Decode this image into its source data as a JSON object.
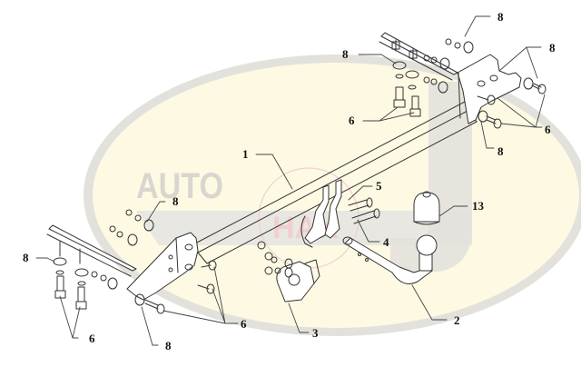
{
  "diagram": {
    "type": "exploded-assembly",
    "subject": "tow bar / towing hitch",
    "colors": {
      "background": "#ffffff",
      "oval_fill": "#fdf9e3",
      "oval_ring": "#e3e1dc",
      "watermark_gray": "#d9d6cf",
      "watermark_pink": "#f2c6c6",
      "line": "#333333",
      "label": "#111111"
    },
    "watermark": {
      "text": "AUTO"
    },
    "labels": [
      {
        "id": "1",
        "text": "1",
        "part": "main crossbar"
      },
      {
        "id": "2",
        "text": "2",
        "part": "tow ball neck"
      },
      {
        "id": "3",
        "text": "3",
        "part": "socket plate"
      },
      {
        "id": "4",
        "text": "4",
        "part": "bolt"
      },
      {
        "id": "5",
        "text": "5",
        "part": "bolt"
      },
      {
        "id": "6a",
        "text": "6",
        "part": "bolts (right top)"
      },
      {
        "id": "6b",
        "text": "6",
        "part": "bolts (right side)"
      },
      {
        "id": "6c",
        "text": "6",
        "part": "bolts (left bracket)"
      },
      {
        "id": "6d",
        "text": "6",
        "part": "bolts (left bottom)"
      },
      {
        "id": "8a",
        "text": "8",
        "part": "washer (top right)"
      },
      {
        "id": "8b",
        "text": "8",
        "part": "washer (right)"
      },
      {
        "id": "8c",
        "text": "8",
        "part": "washer (top center)"
      },
      {
        "id": "8d",
        "text": "8",
        "part": "washer (right lower)"
      },
      {
        "id": "8e",
        "text": "8",
        "part": "washer (left upper)"
      },
      {
        "id": "8f",
        "text": "8",
        "part": "washer (far left)"
      },
      {
        "id": "8g",
        "text": "8",
        "part": "washer (left lower)"
      },
      {
        "id": "13",
        "text": "13",
        "part": "ball cap"
      }
    ]
  }
}
